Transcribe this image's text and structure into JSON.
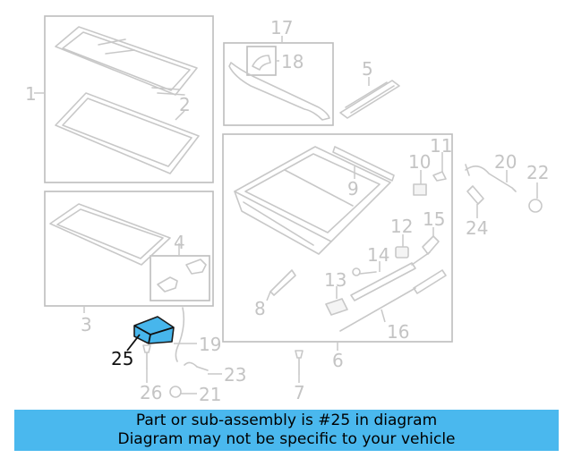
{
  "diagram": {
    "callouts": {
      "c1": "1",
      "c2": "2",
      "c3": "3",
      "c4": "4",
      "c5": "5",
      "c6": "6",
      "c7": "7",
      "c8": "8",
      "c9": "9",
      "c10": "10",
      "c11": "11",
      "c12": "12",
      "c13": "13",
      "c14": "14",
      "c15": "15",
      "c16": "16",
      "c17": "17",
      "c18": "18",
      "c19": "19",
      "c20": "20",
      "c21": "21",
      "c22": "22",
      "c23": "23",
      "c24": "24",
      "c25": "25",
      "c26": "26"
    },
    "highlighted_part": "25",
    "highlight_color": "#47b6ec"
  },
  "banner": {
    "line1": "Part or sub-assembly is #25 in diagram",
    "line2": "Diagram may not be specific to your vehicle",
    "background": "#4ab8ee"
  }
}
